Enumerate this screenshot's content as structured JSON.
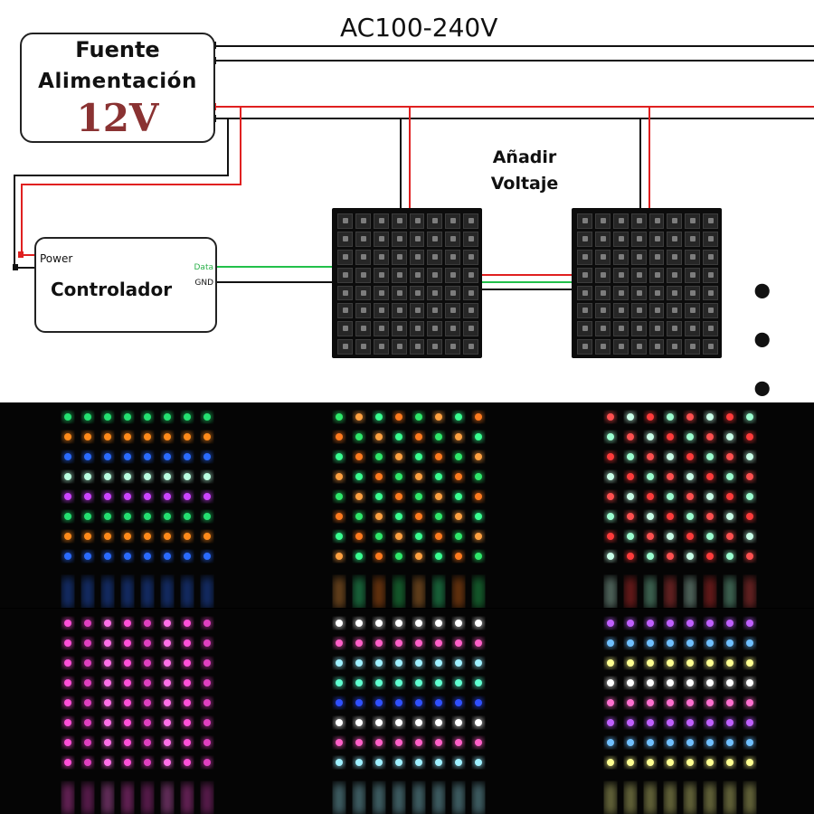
{
  "ac_label": "AC100-240V",
  "power_supply": {
    "line1": "Fuente",
    "line2": "Alimentación",
    "voltage": "12V"
  },
  "add_voltage": {
    "line1": "Añadir",
    "line2": "Voltaje"
  },
  "controller": {
    "power_port": "Power",
    "data_port": "Data",
    "gnd_port": "GND",
    "label": "Controlador"
  },
  "continuation": "• • •",
  "colors": {
    "wire_positive": "#e02020",
    "wire_negative": "#111111",
    "wire_data": "#22c04a",
    "voltage_text": "#8a3232"
  },
  "photos": [
    {
      "id": "p1",
      "palette": [
        "#24e070",
        "#2a6bff",
        "#cc44ff",
        "#ff8a1a",
        "#b9ffe0"
      ]
    },
    {
      "id": "p2",
      "palette": [
        "#ff7a1e",
        "#2ee86a",
        "#ffa040",
        "#38ff90"
      ]
    },
    {
      "id": "p3",
      "palette": [
        "#ff3b3b",
        "#9bffd0",
        "#ff5050",
        "#c8ffe8"
      ]
    },
    {
      "id": "p4",
      "palette": [
        "#ff50d8",
        "#ff70e8",
        "#e040c0"
      ]
    },
    {
      "id": "p5",
      "palette": [
        "#9ff0ff",
        "#3050ff",
        "#ff60c8",
        "#60ffd0",
        "#ffffff"
      ]
    },
    {
      "id": "p6",
      "palette": [
        "#c060ff",
        "#ffff90",
        "#ff70d0",
        "#70c0ff",
        "#ffffff"
      ]
    }
  ]
}
